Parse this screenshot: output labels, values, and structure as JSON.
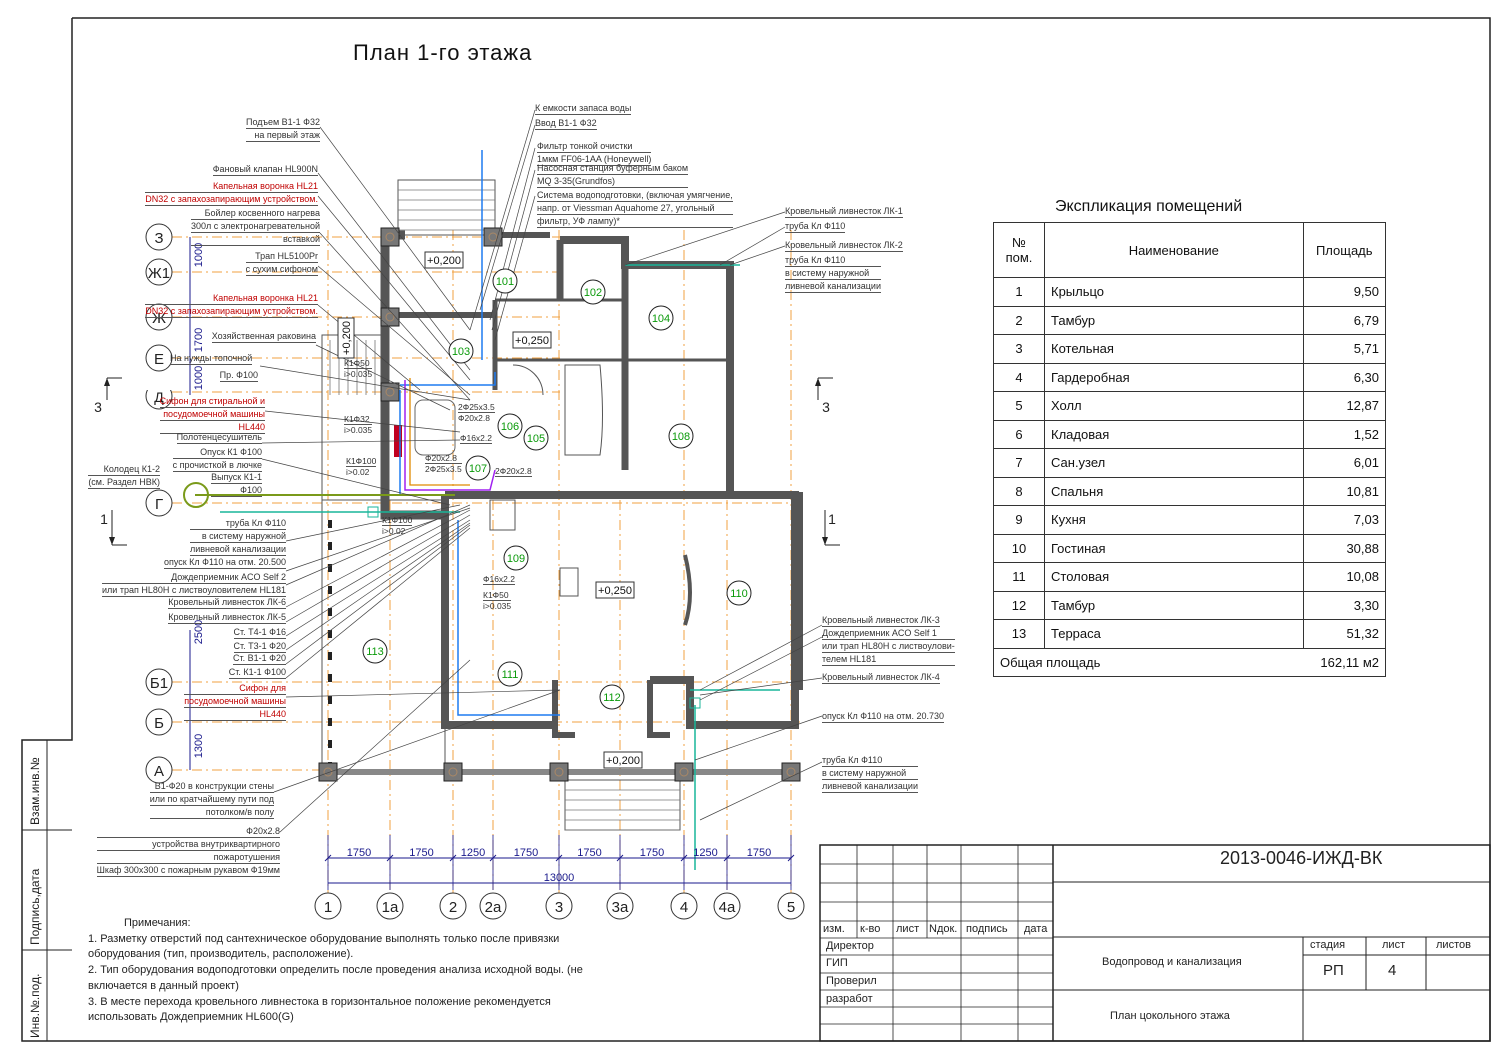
{
  "title": "План 1-го этажа",
  "top_callouts": [
    {
      "lines": [
        "К емкости запаса воды"
      ]
    },
    {
      "lines": [
        "Ввод В1-1 Ф32"
      ]
    },
    {
      "lines": [
        "Фильтр тонкой очистки",
        "1мкм FF06-1AA (Honeywell)"
      ]
    },
    {
      "lines": [
        "Насосная станция буферным баком",
        "MQ 3-35(Grundfos)"
      ]
    },
    {
      "lines": [
        "Система водоподготовки, (включая умягчение,",
        "напр. от Viessman Aquahome 27, угольный",
        "фильтр, УФ лампу)*"
      ]
    }
  ],
  "left_callouts": [
    {
      "lines": [
        "Подъем В1-1 Ф32",
        "на первый этаж"
      ],
      "color": "#333333"
    },
    {
      "lines": [
        "Фановый клапан HL900N"
      ],
      "color": "#333333"
    },
    {
      "lines": [
        "Капельная воронка  HL21",
        "DN32 с запахозапирающим устройством."
      ],
      "color": "#c00000"
    },
    {
      "lines": [
        "Бойлер косвенного нагрева",
        "300л с электронагревательной",
        "вставкой"
      ],
      "color": "#333333"
    },
    {
      "lines": [
        "Трап HL5100Pr",
        "с сухим сифоном"
      ],
      "color": "#333333"
    },
    {
      "lines": [
        "Капельная воронка  HL21",
        "DN32 с запахозапирающим устройством."
      ],
      "color": "#c00000"
    },
    {
      "lines": [
        "Хозяйственная раковина"
      ],
      "color": "#333333"
    },
    {
      "lines": [
        "На нужды топочной"
      ],
      "color": "#333333"
    },
    {
      "lines": [
        "Пр. Ф100"
      ],
      "color": "#333333"
    },
    {
      "lines": [
        "Сифон для стиральной и",
        "посудомоечной машины",
        "HL440"
      ],
      "color": "#c00000"
    },
    {
      "lines": [
        "Полотенцесушитель"
      ],
      "color": "#333333"
    },
    {
      "lines": [
        "Опуск К1 Ф100",
        "с прочисткой в лючке"
      ],
      "color": "#333333"
    },
    {
      "lines": [
        "Колодец К1-2",
        "(см. Раздел НВК)"
      ],
      "color": "#333333"
    },
    {
      "lines": [
        "Выпуск К1-1",
        "Ф100"
      ],
      "color": "#333333"
    },
    {
      "lines": [
        "труба Кл Ф110",
        "в систему наружной",
        "ливневой канализации"
      ],
      "color": "#333333"
    },
    {
      "lines": [
        "опуск Кл Ф110 на отм. 20.500"
      ],
      "color": "#333333"
    },
    {
      "lines": [
        "Дождеприемник  ACO Self 2",
        "или трап HL80H с листвоуловителем HL181"
      ],
      "color": "#333333"
    },
    {
      "lines": [
        "Кровельный ливнесток ЛК-6"
      ],
      "color": "#333333"
    },
    {
      "lines": [
        "Кровельный ливнесток ЛК-5"
      ],
      "color": "#333333"
    },
    {
      "lines": [
        "Ст. Т4-1 Ф16"
      ],
      "color": "#333333"
    },
    {
      "lines": [
        "Ст. Т3-1 Ф20"
      ],
      "color": "#333333"
    },
    {
      "lines": [
        "Ст. В1-1 Ф20"
      ],
      "color": "#333333"
    },
    {
      "lines": [
        "Ст. К1-1 Ф100"
      ],
      "color": "#333333"
    },
    {
      "lines": [
        "Сифон для",
        "посудомоечной машины",
        "HL440"
      ],
      "color": "#c00000"
    },
    {
      "lines": [
        "В1-Ф20 в конструкции стены",
        "или по кратчайшему пути под",
        "потолком/в полу"
      ],
      "color": "#333333"
    },
    {
      "lines": [
        "Ф20х2.8",
        "устройства внутриквартирного",
        "пожаротушения",
        "Шкаф 300х300 с пожарным рукавом Ф19мм"
      ],
      "color": "#333333"
    }
  ],
  "right_callouts": [
    {
      "lines": [
        "Кровельный ливнесток ЛК-1"
      ]
    },
    {
      "lines": [
        "труба Кл Ф110"
      ]
    },
    {
      "lines": [
        "Кровельный ливнесток ЛК-2"
      ]
    },
    {
      "lines": [
        "труба Кл Ф110",
        "в систему наружной",
        "ливневой канализации"
      ]
    },
    {
      "lines": [
        "Кровельный ливнесток ЛК-3"
      ]
    },
    {
      "lines": [
        "Дождеприемник  ACO Self 1",
        "или трап HL80H с листвоулови-",
        "телем HL181"
      ]
    },
    {
      "lines": [
        "Кровельный ливнесток ЛК-4"
      ]
    },
    {
      "lines": [
        "опуск Кл Ф110 на отм. 20.730"
      ]
    },
    {
      "lines": [
        "труба Кл Ф110",
        "в систему наружной",
        "ливневой канализации"
      ]
    }
  ],
  "pipe_labels": [
    [
      "К1Ф50",
      "i>0.035"
    ],
    [
      "К1Ф32",
      "i>0.035"
    ],
    [
      "К1Ф100",
      "i>0.02"
    ],
    [
      "К1Ф100",
      "i>0.02"
    ],
    [
      "2Ф25х3.5",
      "Ф20х2.8"
    ],
    [
      "Ф16х2.2"
    ],
    [
      "Ф20х2.8",
      "2Ф25х3.5"
    ],
    [
      "2Ф20х2.8"
    ],
    [
      "Ф16х2.2"
    ],
    [
      "К1Ф50",
      "i>0.035"
    ]
  ],
  "rooms": [
    "101",
    "102",
    "103",
    "104",
    "105",
    "106",
    "107",
    "108",
    "109",
    "110",
    "111",
    "112",
    "113"
  ],
  "elevations": [
    "+0,200",
    "+0,250",
    "+0,250",
    "+0,200",
    "+0,200"
  ],
  "axes_letters": [
    "З",
    "Ж1",
    "Ж",
    "Е",
    "Д",
    "Г",
    "Б1",
    "Б",
    "А"
  ],
  "axes_numbers": [
    "1",
    "1а",
    "2",
    "2а",
    "3",
    "3а",
    "4",
    "4а",
    "5"
  ],
  "dims_horizontal": [
    "1750",
    "1750",
    "1250",
    "1750",
    "1750",
    "1750",
    "1250",
    "1750"
  ],
  "dim_total": "13000",
  "dims_vertical": [
    "1000",
    "1700",
    "1000",
    "2500",
    "1300"
  ],
  "section_marks": [
    "3",
    "3",
    "1",
    "1"
  ],
  "explication": {
    "title": "Экспликация помещений",
    "headers": [
      "№ пом.",
      "Наименование",
      "Площадь"
    ],
    "rows": [
      [
        "1",
        "Крыльцо",
        "9,50"
      ],
      [
        "2",
        "Тамбур",
        "6,79"
      ],
      [
        "3",
        "Котельная",
        "5,71"
      ],
      [
        "4",
        "Гардеробная",
        "6,30"
      ],
      [
        "5",
        "Холл",
        "12,87"
      ],
      [
        "6",
        "Кладовая",
        "1,52"
      ],
      [
        "7",
        "Сан.узел",
        "6,01"
      ],
      [
        "8",
        "Спальня",
        "10,81"
      ],
      [
        "9",
        "Кухня",
        "7,03"
      ],
      [
        "10",
        "Гостиная",
        "30,88"
      ],
      [
        "11",
        "Столовая",
        "10,08"
      ],
      [
        "12",
        "Тамбур",
        "3,30"
      ],
      [
        "13",
        "Терраса",
        "51,32"
      ]
    ],
    "total_label": "Общая площадь",
    "total_value": "162,11 м2"
  },
  "notes": {
    "title": "Примечания:",
    "items": [
      "1. Разметку отверстий под сантехническое оборудование выполнять только после привязки",
      "оборудования (тип, производитель, расположение).",
      "2. Тип оборудования водоподготовки определить после проведения анализа исходной воды. (не",
      "включается в данный проект)",
      "3. В месте перехода кровельного ливнестока в горизонтальное положение рекомендуется",
      "использовать Дождеприемник HL600(G)"
    ]
  },
  "title_block": {
    "doc_number": "2013-0046-ИЖД-ВК",
    "col_headers": [
      "изм.",
      "к-во",
      "лист",
      "Nдок.",
      "подпись",
      "дата"
    ],
    "roles": [
      "Директор",
      "ГИП",
      "Проверил",
      "разработ"
    ],
    "project": "Водопровод и канализация",
    "sheet_title": "План цокольного этажа",
    "stage_label": "стадия",
    "sheet_label": "лист",
    "sheets_label": "листов",
    "stage": "РП",
    "sheet": "4",
    "sheets": ""
  },
  "stamp_labels": [
    "Взам.инв.№",
    "Подпись,дата",
    "Инв.№.под."
  ],
  "colors": {
    "wall": "#555555",
    "axis": "#f0a040",
    "dim": "#1a1a8c",
    "room": "#0a9a0a",
    "water": "#1e7bf0",
    "storm": "#19b59a",
    "sewer": "#7a9a1a",
    "red": "#c00000"
  }
}
